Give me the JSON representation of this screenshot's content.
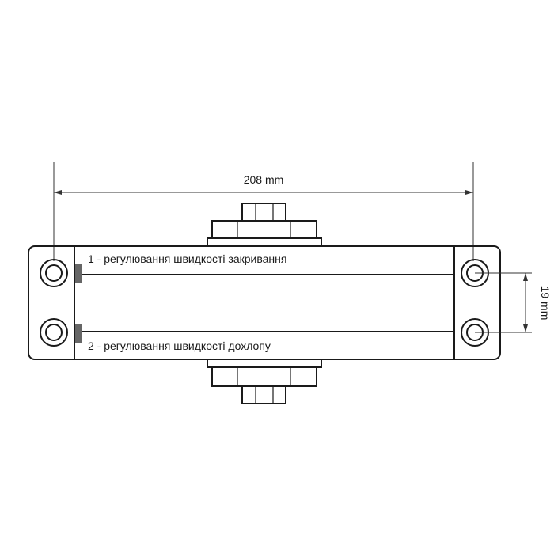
{
  "dimensions": {
    "width_label": "208 mm",
    "hole_spacing_label": "19 mm"
  },
  "callouts": [
    {
      "number": "1",
      "text": "1 - регулювання швидкості закривання"
    },
    {
      "number": "2",
      "text": "2 - регулювання швидкості дохлопу"
    }
  ],
  "colors": {
    "line": "#1a1a1a",
    "valve_marker": "#666666",
    "background": "#ffffff"
  }
}
